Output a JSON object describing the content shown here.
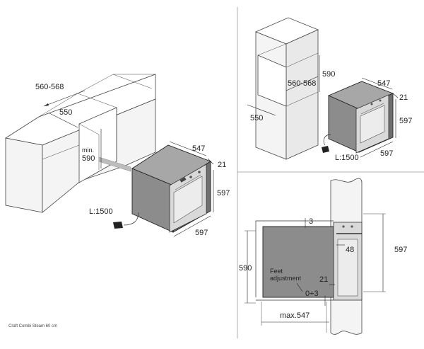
{
  "caption": "Craft Combi Steam 60 cm",
  "panel_left": {
    "cabinet_width": "560-568",
    "cabinet_depth": "550",
    "min_label": "min.",
    "min_value": "590",
    "oven_depth": "547",
    "front_depth": "21",
    "oven_height": "597",
    "oven_width": "597",
    "cable": "L:1500"
  },
  "panel_top_right": {
    "niche_height": "590",
    "niche_width": "560-568",
    "cabinet_depth": "550",
    "oven_depth": "547",
    "front_depth": "21",
    "oven_height": "597",
    "oven_width": "597",
    "cable": "L:1500"
  },
  "panel_bottom_right": {
    "top_gap": "3",
    "handle_depth": "48",
    "oven_height": "597",
    "niche_height": "590",
    "feet_label_line1": "Feet",
    "feet_label_line2": "adjustment",
    "front_depth": "21",
    "feet_range": "0+3",
    "max_depth": "max.547"
  }
}
